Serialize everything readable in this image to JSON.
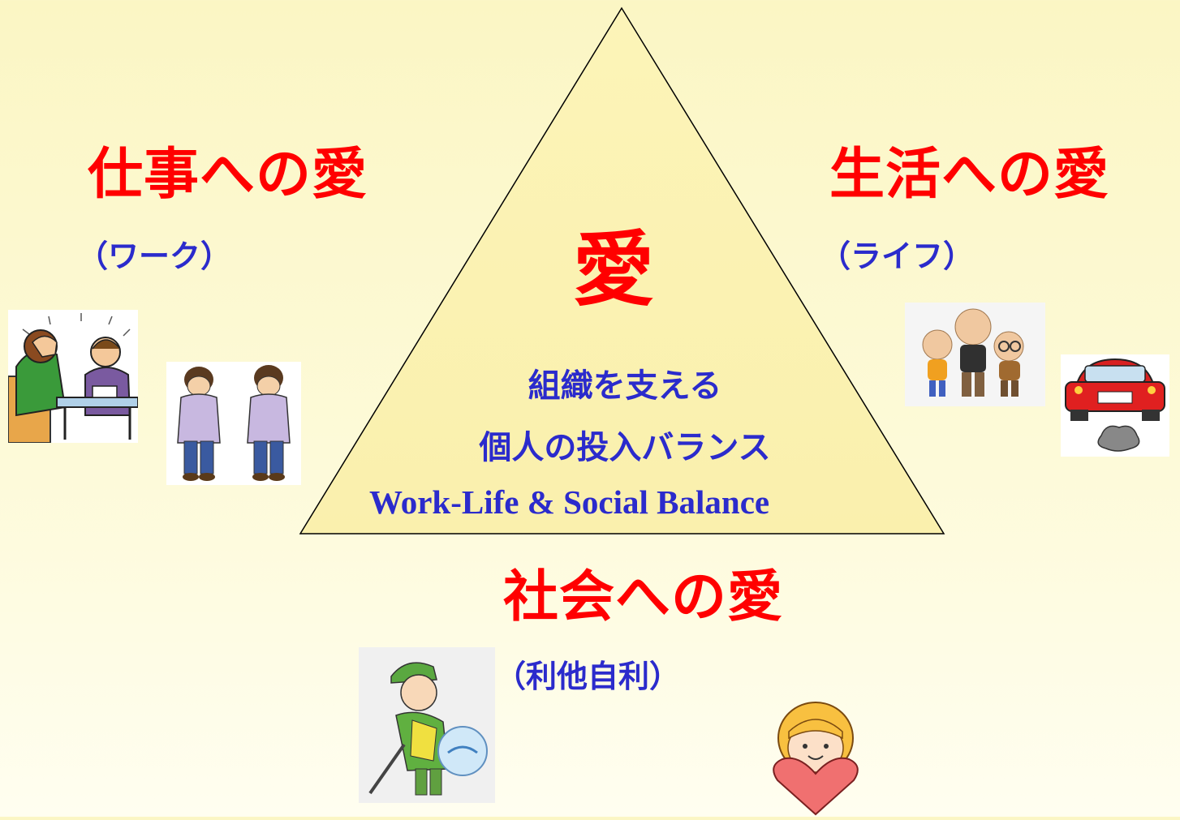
{
  "center": {
    "title": "愛",
    "line1": "組織を支える",
    "line2": "個人の投入バランス",
    "english": "Work-Life & Social Balance"
  },
  "work": {
    "heading": "仕事への愛",
    "sub": "（ワーク）"
  },
  "life": {
    "heading": "生活への愛",
    "sub": "（ライフ）"
  },
  "society": {
    "heading": "社会への愛",
    "sub": "（利他自利）"
  },
  "colors": {
    "heading": "#ff0000",
    "subtext": "#2b2bcc",
    "triangle_fill": "#fbf3b5",
    "background": "#fbf6c4"
  },
  "icons": [
    "meeting-illustration-icon",
    "bowing-workers-icon",
    "family-figures-icon",
    "car-icon",
    "volunteer-cleanup-icon",
    "girl-heart-icon"
  ]
}
